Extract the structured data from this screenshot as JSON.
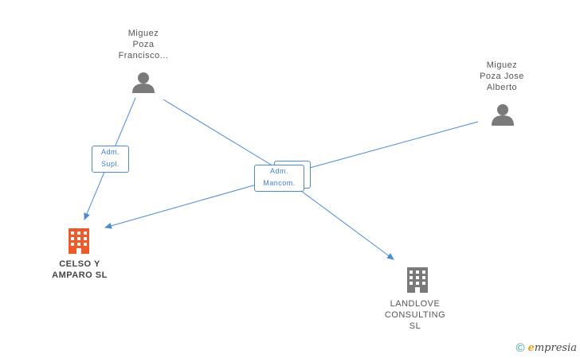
{
  "nodes": {
    "person1": {
      "lines": [
        "Miguez",
        "Poza",
        "Francisco..."
      ]
    },
    "person2": {
      "lines": [
        "Miguez",
        "Poza Jose",
        "Alberto"
      ]
    },
    "company1": {
      "lines": [
        "CELSO Y",
        "AMPARO SL"
      ]
    },
    "company2": {
      "lines": [
        "LANDLOVE",
        "CONSULTING",
        "SL"
      ]
    }
  },
  "roles": {
    "supl": [
      "Adm.",
      "Supl."
    ],
    "mancom": [
      "Adm.",
      "Mancom."
    ]
  },
  "colors": {
    "edge": "#4a8ad8",
    "person": "#7a7a7a",
    "company_main": "#f05a28",
    "company": "#7a7a7a"
  },
  "watermark": {
    "symbol": "©",
    "brand_initial": "e",
    "brand_rest": "mpresia"
  }
}
